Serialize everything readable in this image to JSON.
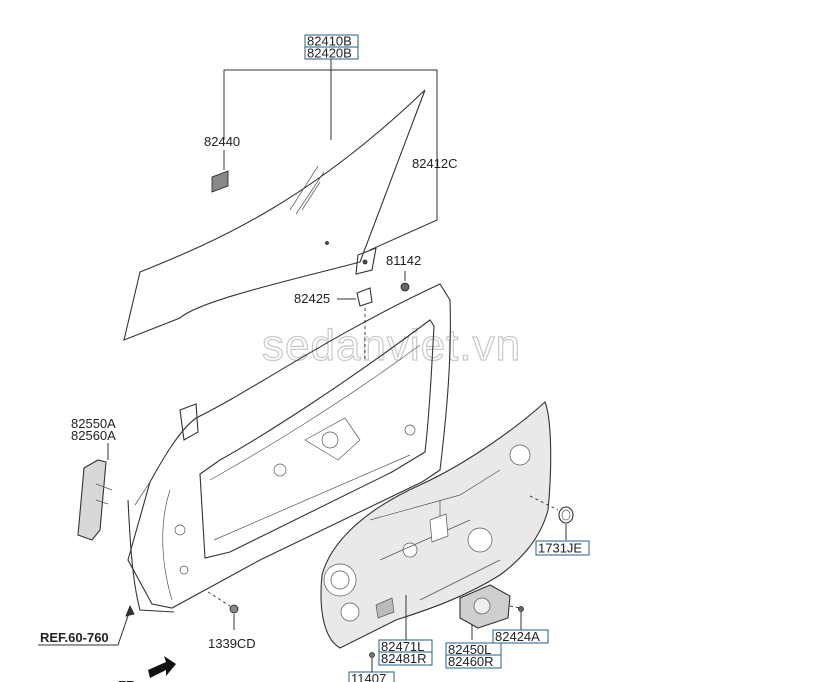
{
  "watermark": "sedanviet.vn",
  "labels": {
    "glass_lh": "82410B",
    "glass_rh": "82420B",
    "run_channel_clip": "82440",
    "glass_bracket": "82412C",
    "bolt_81142": "81142",
    "glass_holder": "82425",
    "guide_lh": "82550A",
    "guide_rh": "82560A",
    "ref": "REF.60-760",
    "nut_1339cd": "1339CD",
    "regulator_lh": "82471L",
    "regulator_rh": "82481R",
    "motor_lh": "82450L",
    "motor_rh": "82460R",
    "screw_82424a": "82424A",
    "grommet_1731je": "1731JE",
    "bolt_11407": "11407",
    "fr": "FR"
  },
  "colors": {
    "box_border": "#1f5f86",
    "line": "#333333"
  }
}
